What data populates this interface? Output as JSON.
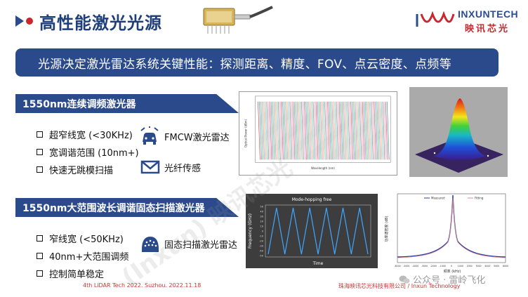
{
  "header": {
    "title": "高性能激光光源",
    "logo_en": "INXUNTECH",
    "logo_cn": "映讯芯光"
  },
  "banner": {
    "text": "光源决定激光雷达系统关键性能：探测距离、精度、FOV、点云密度、点频等"
  },
  "section1": {
    "title": "1550nm连续调频激光器",
    "bullets": [
      "超窄线宽 (<30KHz)",
      "宽调谐范围 (10nm+)",
      "快速无跳模扫描"
    ],
    "features": [
      {
        "icon": "car-icon",
        "label": "FMCW激光雷达"
      },
      {
        "icon": "envelope-icon",
        "label": "光纤传感"
      }
    ]
  },
  "section2": {
    "title": "1550nm大范围波长调谐固态扫描激光器",
    "bullets": [
      "窄线宽 (<50KHz)",
      "40nm+大范围调频",
      "控制简单稳定"
    ],
    "features": [
      {
        "icon": "dome-icon",
        "label": "固态扫描激光雷达"
      }
    ]
  },
  "charts": {
    "spectrum": {
      "ylabel": "Optical Power (dBm)",
      "xlabel": "Wavelength (nm)"
    },
    "mode_hop": {
      "title": "Mode-hopping free",
      "ylabel": "Frequency (GHz)",
      "xlabel": "Time",
      "yticks": [
        "50",
        "40",
        "30",
        "20",
        "10",
        "0",
        "-10",
        "-20",
        "-30",
        "-40",
        "-50"
      ]
    },
    "linewidth": {
      "ylabel": "功率谱密度 (dB)",
      "xlabel": "频率 (kHz)",
      "legend": [
        "Measured",
        "Fitting"
      ],
      "xticks": [
        "-6000",
        "-5000",
        "-4000",
        "-3000",
        "-2000",
        "-1000",
        "0",
        "1000",
        "2000",
        "3000",
        "4000",
        "5000",
        "6000"
      ]
    }
  },
  "footer": {
    "left": "4th LiDAR Tech 2022. Suzhou. 2022.11.18",
    "right": "珠海映讯芯光科技有限公司 / Inxun Technology"
  },
  "watermark": {
    "text": "(Inxun) 映讯芯光",
    "wechat": "公众号 · 雷岭飞化"
  },
  "colors": {
    "navy": "#2a4a8c",
    "title_blue": "#1f3f7a",
    "brand_red": "#c8272e"
  }
}
